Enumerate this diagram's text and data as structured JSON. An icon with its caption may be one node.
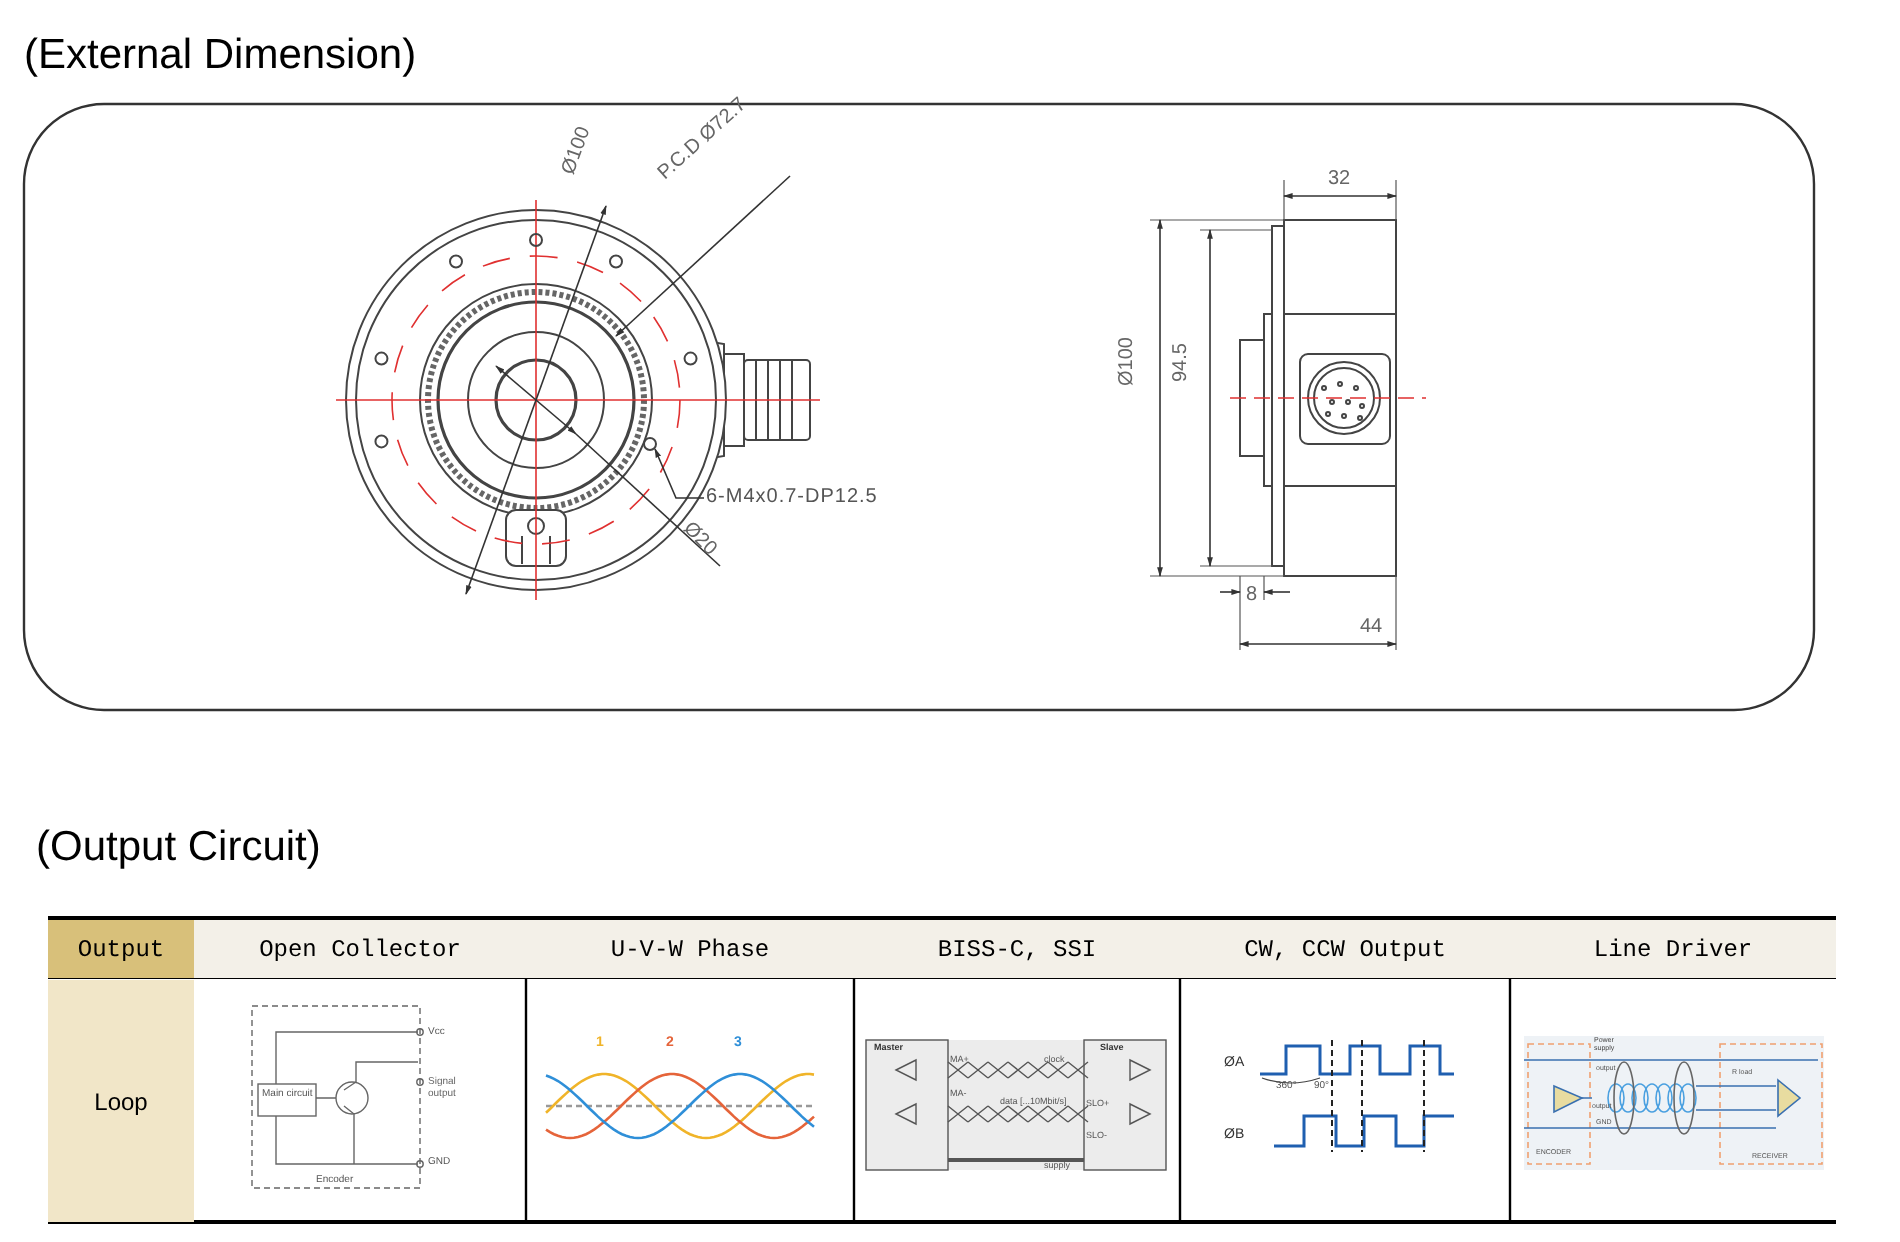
{
  "diagram": {
    "nodes": [
      {
        "text": [
          "6-M4x0.7-DP12.5"
        ]
      },
      {
        "text": [],
        "shape": "circle"
      }
    ],
    "edges": [
      {
        "from": 0,
        "to": 1,
        "arrow": "to"
      }
    ],
    "labels": [
      "(External Dimension)",
      "Ø100",
      "P.C.D Ø72.7",
      "Ø20",
      "32",
      "Ø100",
      "94.5",
      "8",
      "44",
      "(Output Circuit)",
      "Output",
      "Open Collector",
      "U-V-W Phase",
      "BISS-C, SSI",
      "CW, CCW Output",
      "Line Driver",
      "Loop",
      "Vcc",
      "Main circuit",
      "Signal output",
      "GND",
      "Encoder",
      "1",
      "2",
      "3",
      "Master",
      "Slave",
      "MA+",
      "clock",
      "MA-",
      "data [...10Mbit/s]",
      "SLO+",
      "SLO-",
      "supply",
      "ØA",
      "360°",
      "90°",
      "ØB",
      "Power supply",
      "output",
      "output",
      "GND",
      "R load",
      "ENCODER",
      "RECEIVER"
    ]
  }
}
